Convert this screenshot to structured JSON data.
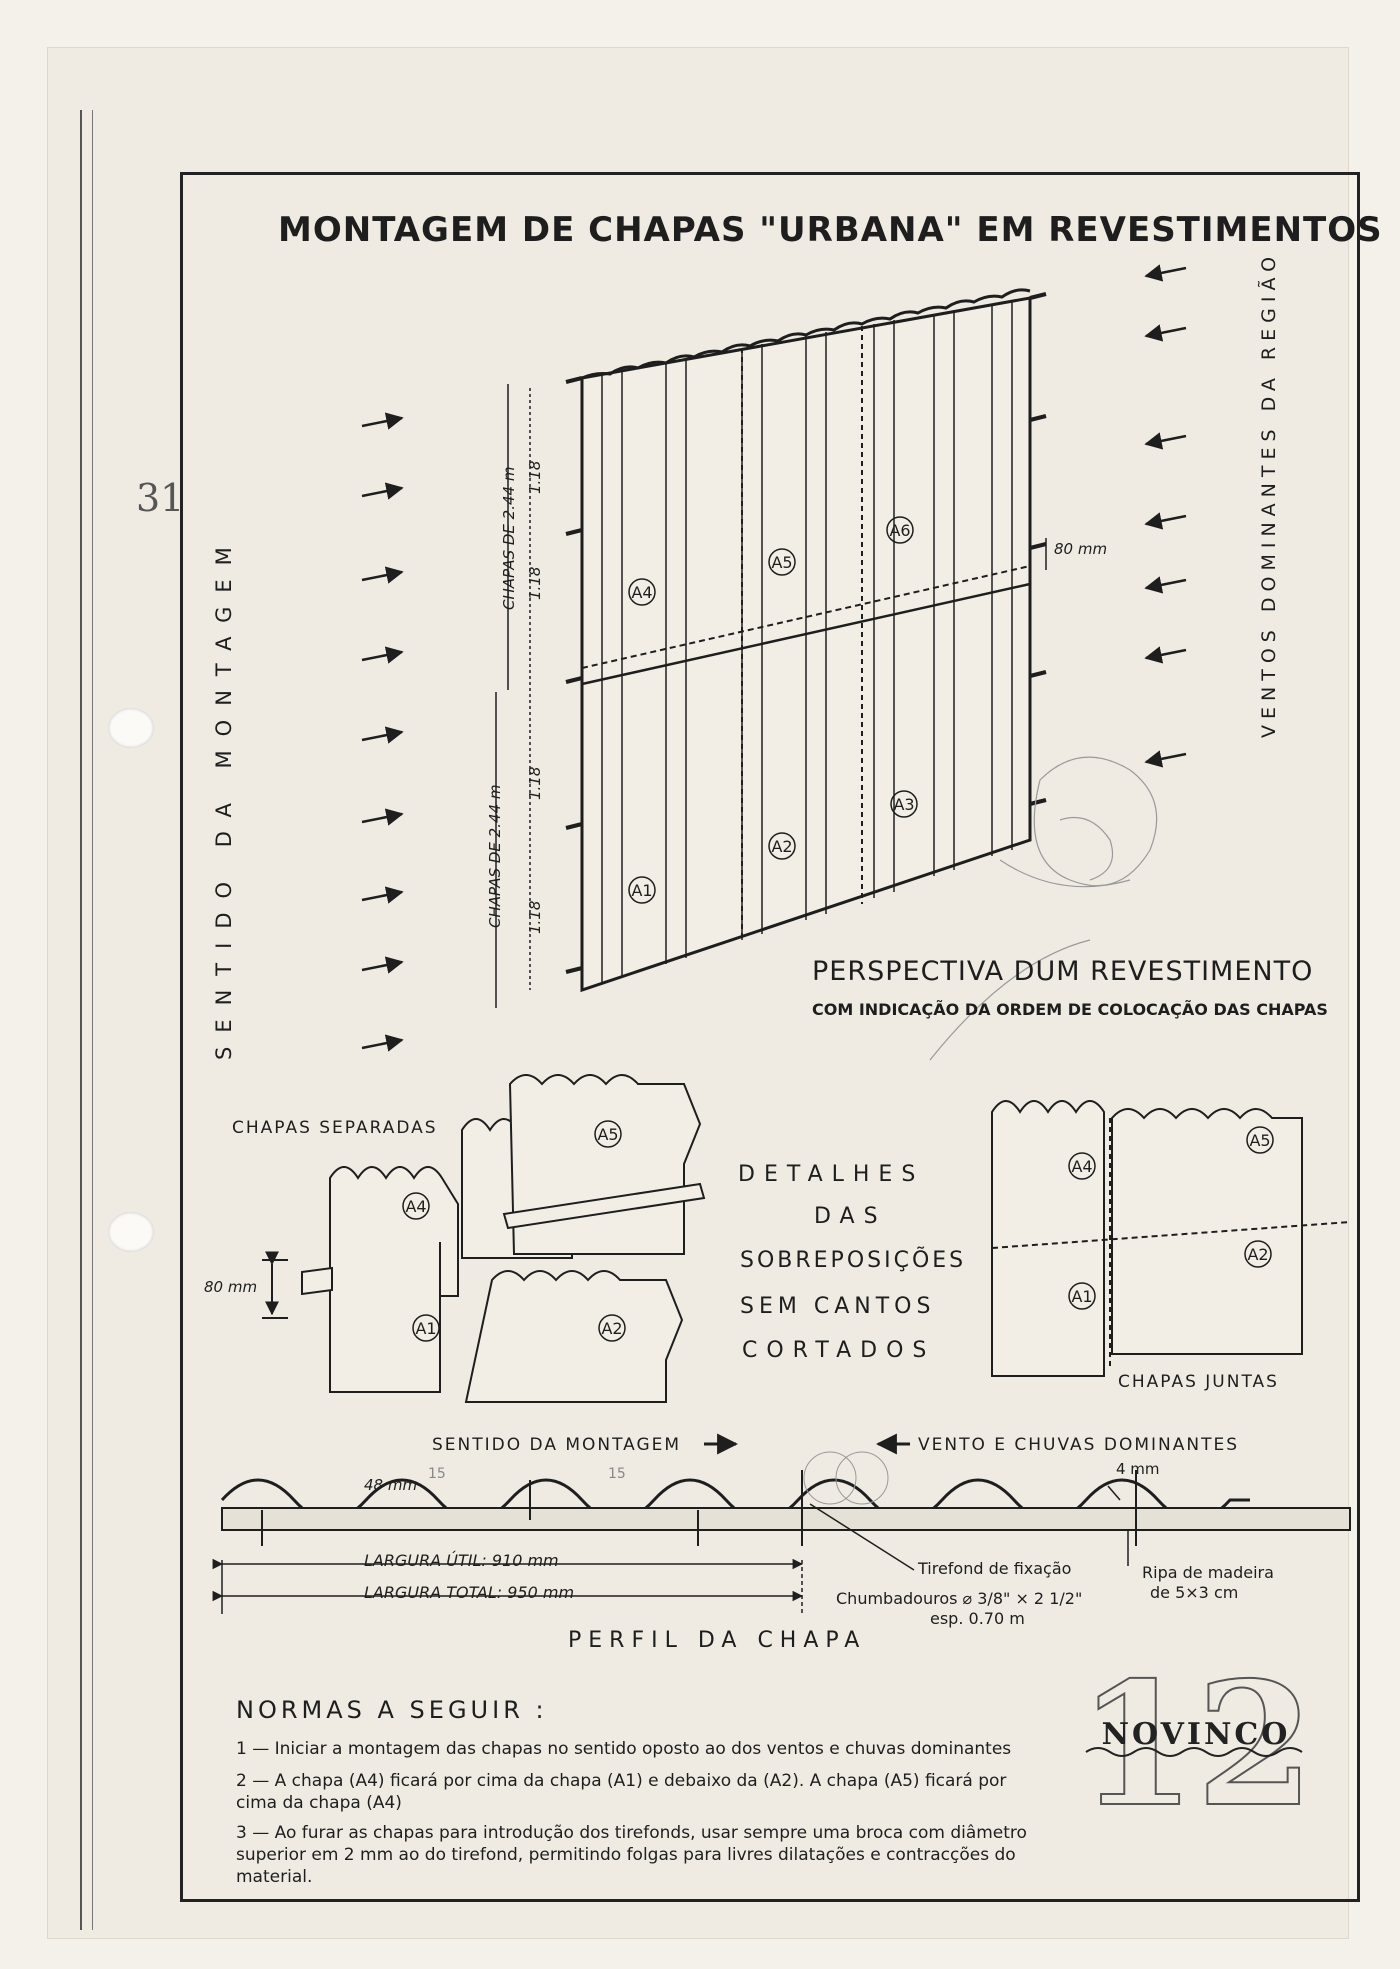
{
  "title": "MONTAGEM DE CHAPAS \"URBANA\" EM REVESTIMENTOS",
  "margin_number": "31",
  "side_labels": {
    "left": "SENTIDO DA MONTAGEM",
    "right": "VENTOS DOMINANTES DA REGIÃO"
  },
  "perspective": {
    "title": "PERSPECTIVA DUM REVESTIMENTO",
    "subtitle": "COM INDICAÇÃO DA ORDEM DE COLOCAÇÃO DAS CHAPAS",
    "dim_upper": "CHAPAS DE 2.44 m",
    "dim_lower": "CHAPAS DE 2.44 m",
    "half_len": "1.18",
    "overlap": "80 mm",
    "sheets": [
      "A1",
      "A2",
      "A3",
      "A4",
      "A5",
      "A6"
    ]
  },
  "details": {
    "left_label": "CHAPAS SEPARADAS",
    "right_label": "CHAPAS JUNTAS",
    "overlap": "80 mm",
    "center_lines": [
      "DETALHES",
      "DAS",
      "SOBREPOSIÇÕES",
      "SEM CANTOS",
      "CORTADOS"
    ]
  },
  "profile": {
    "dir_montagem": "SENTIDO DA MONTAGEM",
    "dir_vento": "VENTO E CHUVAS DOMINANTES",
    "crest": "48 mm",
    "thickness": "4 mm",
    "largura_util": "LARGURA ÚTIL: 910 mm",
    "largura_total": "LARGURA TOTAL: 950 mm",
    "tirefond": "Tirefond de fixação",
    "chumbadouros": "Chumbadouros ⌀ 3/8\" × 2 1/2\"",
    "esp": "esp. 0.70 m",
    "ripa": [
      "Ripa de madeira",
      "de 5×3 cm"
    ],
    "caption": "PERFIL DA CHAPA",
    "pencil_marks": [
      "15",
      "15"
    ]
  },
  "normas": {
    "heading": "NORMAS A SEGUIR :",
    "rules": [
      {
        "num": "1 —",
        "text": "Iniciar a montagem das chapas no sentido oposto ao dos ventos e chuvas dominantes"
      },
      {
        "num": "2 —",
        "text": "A chapa (A4) ficará por cima da chapa (A1) e debaixo da (A2). A chapa (A5) ficará por cima da chapa (A4)"
      },
      {
        "num": "3 —",
        "text": "Ao furar as chapas para introdução dos tirefonds, usar sempre uma broca com diâmetro superior em 2 mm ao do tirefond, permitindo folgas para livres dilatações e contracções do material."
      }
    ]
  },
  "logo": {
    "brand": "NOVINCO",
    "number": "12"
  },
  "colors": {
    "ink": "#1e1e1e",
    "paper": "#efebe3",
    "pencil": "#8a8a8a"
  }
}
